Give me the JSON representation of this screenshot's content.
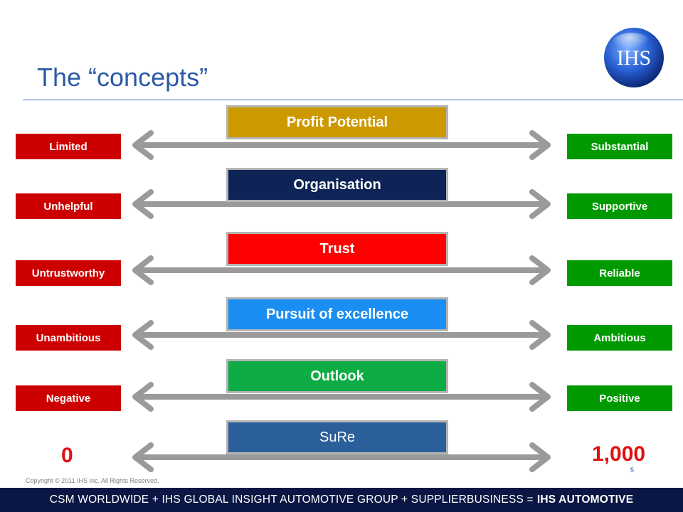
{
  "slide": {
    "title": "The “concepts”",
    "logo_text": "IHS",
    "copyright": "Copyright © 2011 IHS Inc. All Rights Reserved.",
    "slide_number": "5",
    "footer_prefix": "CSM WORLDWIDE + IHS GLOBAL INSIGHT AUTOMOTIVE GROUP + SUPPLIERBUSINESS =",
    "footer_brand": "IHS AUTOMOTIVE"
  },
  "concepts": [
    {
      "label": "Profit Potential",
      "color": "#cc9900",
      "left": "Limited",
      "right": "Substantial"
    },
    {
      "label": "Organisation",
      "color": "#0e2356",
      "left": "Unhelpful",
      "right": "Supportive"
    },
    {
      "label": "Trust",
      "color": "#ff0000",
      "left": "Untrustworthy",
      "right": "Reliable"
    },
    {
      "label": "Pursuit of excellence",
      "color": "#1a8ef2",
      "left": "Unambitious",
      "right": "Ambitious"
    },
    {
      "label": "Outlook",
      "color": "#0eac44",
      "left": "Negative",
      "right": "Positive"
    }
  ],
  "sure": {
    "label": "SuRe",
    "color": "#2b5f9a",
    "min": "0",
    "max": "1,000"
  },
  "colors": {
    "negative": "#cc0000",
    "positive": "#009a00",
    "arrow": "#9a9a9a",
    "title": "#2b5aa8"
  }
}
